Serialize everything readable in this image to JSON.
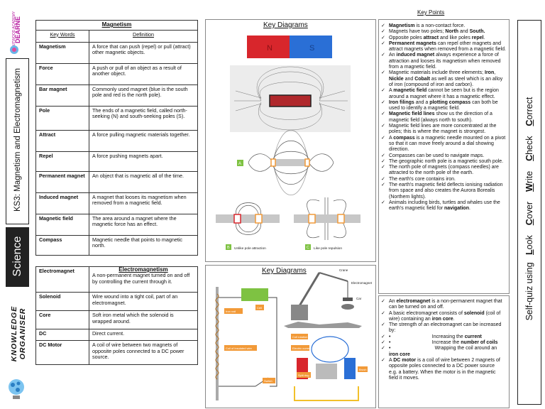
{
  "logo": {
    "top_text": "OUTWOOD ACADEMY",
    "name": "DEARNE"
  },
  "left": {
    "topic": "KS3: Magnetism and Electromagnetism",
    "subject": "Science",
    "organiser": "KNOWLEDGE ORGANISER"
  },
  "magnetism_table": {
    "title": "Magnetism",
    "headers": [
      "Key Words",
      "Definition"
    ],
    "rows": [
      {
        "term": "Magnetism",
        "def": "A force that can push (repel) or pull (attract) other magnetic objects."
      },
      {
        "term": "Force",
        "def": "A push or pull of an object as a result of another object."
      },
      {
        "term": "Bar magnet",
        "def": "Commonly used magnet (blue is the south pole and red is the north pole)."
      },
      {
        "term": "Pole",
        "def": "The ends of a magnetic field, called north-seeking (N) and south-seeking poles (S)."
      },
      {
        "term": "Attract",
        "def": "A  force pulling magnetic materials together."
      },
      {
        "term": "Repel",
        "def": "A force pushing magnets apart."
      },
      {
        "term": "Permanent magnet",
        "def": "An object that is magnetic all of the time."
      },
      {
        "term": "Induced magnet",
        "def": "A magnet that looses its magnetism when removed from a magnetic field."
      },
      {
        "term": "Magnetic field",
        "def": "The area around a magnet where the magnetic force has an effect."
      },
      {
        "term": "Compass",
        "def": "Magnetic needle that points to magnetic north."
      }
    ]
  },
  "electro_table": {
    "title": "Electromagnetism",
    "rows": [
      {
        "term": "Electromagnet",
        "def": "A non-permanent magnet turned on and off by controlling the current through it."
      },
      {
        "term": "Solenoid",
        "def": "Wire wound into a tight coil, part of an electromagnet."
      },
      {
        "term": "Core",
        "def": "Soft iron metal which the solenoid is wrapped around."
      },
      {
        "term": "DC",
        "def": "Direct current."
      },
      {
        "term": "DC Motor",
        "def": "A coil of wire between two magnets of opposite poles connected to a DC power source."
      }
    ]
  },
  "diagrams1": {
    "title": "Key Diagrams",
    "magnet_n": "N",
    "magnet_s": "S",
    "label_a": "A",
    "label_b": "B",
    "label_c": "C",
    "attract_label": "Unlike pole attraction",
    "repel_label": "Like pole repulsion"
  },
  "diagrams2": {
    "title": "Key Diagrams",
    "labels": [
      "Iron nail",
      "Coil of insulated wire",
      "Cell",
      "Switch",
      "Coil rotation",
      "Electric current",
      "Split ring",
      "Brush",
      "Crane",
      "Electromagnet",
      "Car"
    ]
  },
  "key_points": {
    "title": "Key Points",
    "magnetism": [
      "<b>Magnetism</b> is a non-contact force.",
      "Magnets have two poles; <b>North</b> and <b>South.</b>",
      "Opposite poles <b>attract</b> and like poles <b>repel</b>.",
      "<b>Permanent magnets</b> can repel other magnets and attract magnets when removed from a magnetic field.",
      "An <b>induced magnet</b> always experience a force of attraction and looses its magnetism when removed from a magnetic field.",
      "Magnetic materials include three elements; <b>Iron</b>, <b>Nickle</b> and <b>Cobalt</b> as well as steel which is an alloy of iron (compound of iron and carbon).",
      "A <b>magnetic field</b> cannot be seen but is the region around a magnet where it has a magnetic effect.",
      "<b>Iron filings</b> and a <b>plotting compass</b> can both be used to identify a magnetic field.",
      "<b>Magnetic field lines</b> show us the direction of a magnetic field (always north to south).",
      "Magnetic field lines are more concentrated at the poles; this is where the magnet is strongest.",
      "A <b>compass</b> is a magnetic needle mounted on a pivot so that it can move freely around a dial showing direction.",
      "Compasses can be used to navigate maps.",
      "The geographic north pole is a magnetic south pole.",
      "The north pole of magnets (compass needles) are attracted to the north pole of the earth.",
      "The earth's core contains iron.",
      "The earth's magnetic field deflects ionising radiation from space and also creates the Aurora Borealis (Northern lights).",
      "Animals including birds, turtles and whales use the earth's magnetic field for <b>navigation</b>."
    ],
    "electro": [
      " An <b>electromagnet</b> is a non-permanent magnet that can be turned on and off.",
      "A basic electromagnet consists of <b>solenoid</b> (coil of wire) containing an <b>iron core</b>.",
      "The strength of an electromagnet can be increased by:",
      "• &nbsp;&nbsp;&nbsp;&nbsp;&nbsp;&nbsp;&nbsp;&nbsp;&nbsp;&nbsp;&nbsp;&nbsp;&nbsp;&nbsp;&nbsp;&nbsp;&nbsp;&nbsp;&nbsp;&nbsp;&nbsp;&nbsp;&nbsp;&nbsp;&nbsp;&nbsp;&nbsp;&nbsp;&nbsp;Increasing the <b>current</b>",
      "• &nbsp;&nbsp;&nbsp;&nbsp;&nbsp;&nbsp;&nbsp;&nbsp;&nbsp;&nbsp;&nbsp;&nbsp;&nbsp;&nbsp;&nbsp;&nbsp;&nbsp;&nbsp;&nbsp;&nbsp;&nbsp;&nbsp;&nbsp;&nbsp;&nbsp;&nbsp;&nbsp;&nbsp;&nbsp;Increase the <b>number of coils</b>",
      "• &nbsp;&nbsp;&nbsp;&nbsp;&nbsp;&nbsp;&nbsp;&nbsp;&nbsp;&nbsp;&nbsp;&nbsp;&nbsp;&nbsp;&nbsp;&nbsp;&nbsp;&nbsp;&nbsp;&nbsp;&nbsp;&nbsp;&nbsp;&nbsp;&nbsp;&nbsp;&nbsp;&nbsp;&nbsp;&nbsp;&nbsp;Wrapping the coil around an <b>iron core</b>",
      "A <b>DC motor</b> is a coil of wire between 2 magnets of opposite poles connected to a DC power source e.g. a battery. When the motor is in the magnetic field it moves."
    ]
  },
  "self_quiz": {
    "prefix": "Self-quiz using",
    "words": [
      "Look",
      "Cover",
      "Write",
      "Check",
      "Correct"
    ]
  },
  "colors": {
    "north_red": "#d8262c",
    "south_blue": "#2a6fd6",
    "label_green": "#7ec242",
    "orange": "#f29a38"
  }
}
